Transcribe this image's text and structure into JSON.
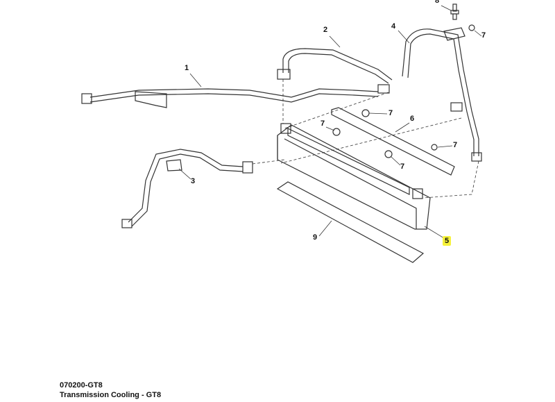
{
  "diagram": {
    "code": "070200-GT8",
    "title": "Transmission Cooling - GT8",
    "highlight_color": "#f6f23a",
    "callouts": {
      "c1": "1",
      "c2": "2",
      "c3": "3",
      "c4": "4",
      "c5": "5",
      "c6": "6",
      "c7a": "7",
      "c7b": "7",
      "c7c": "7",
      "c7d": "7",
      "c7e": "7",
      "c8": "8",
      "c9": "9"
    }
  }
}
